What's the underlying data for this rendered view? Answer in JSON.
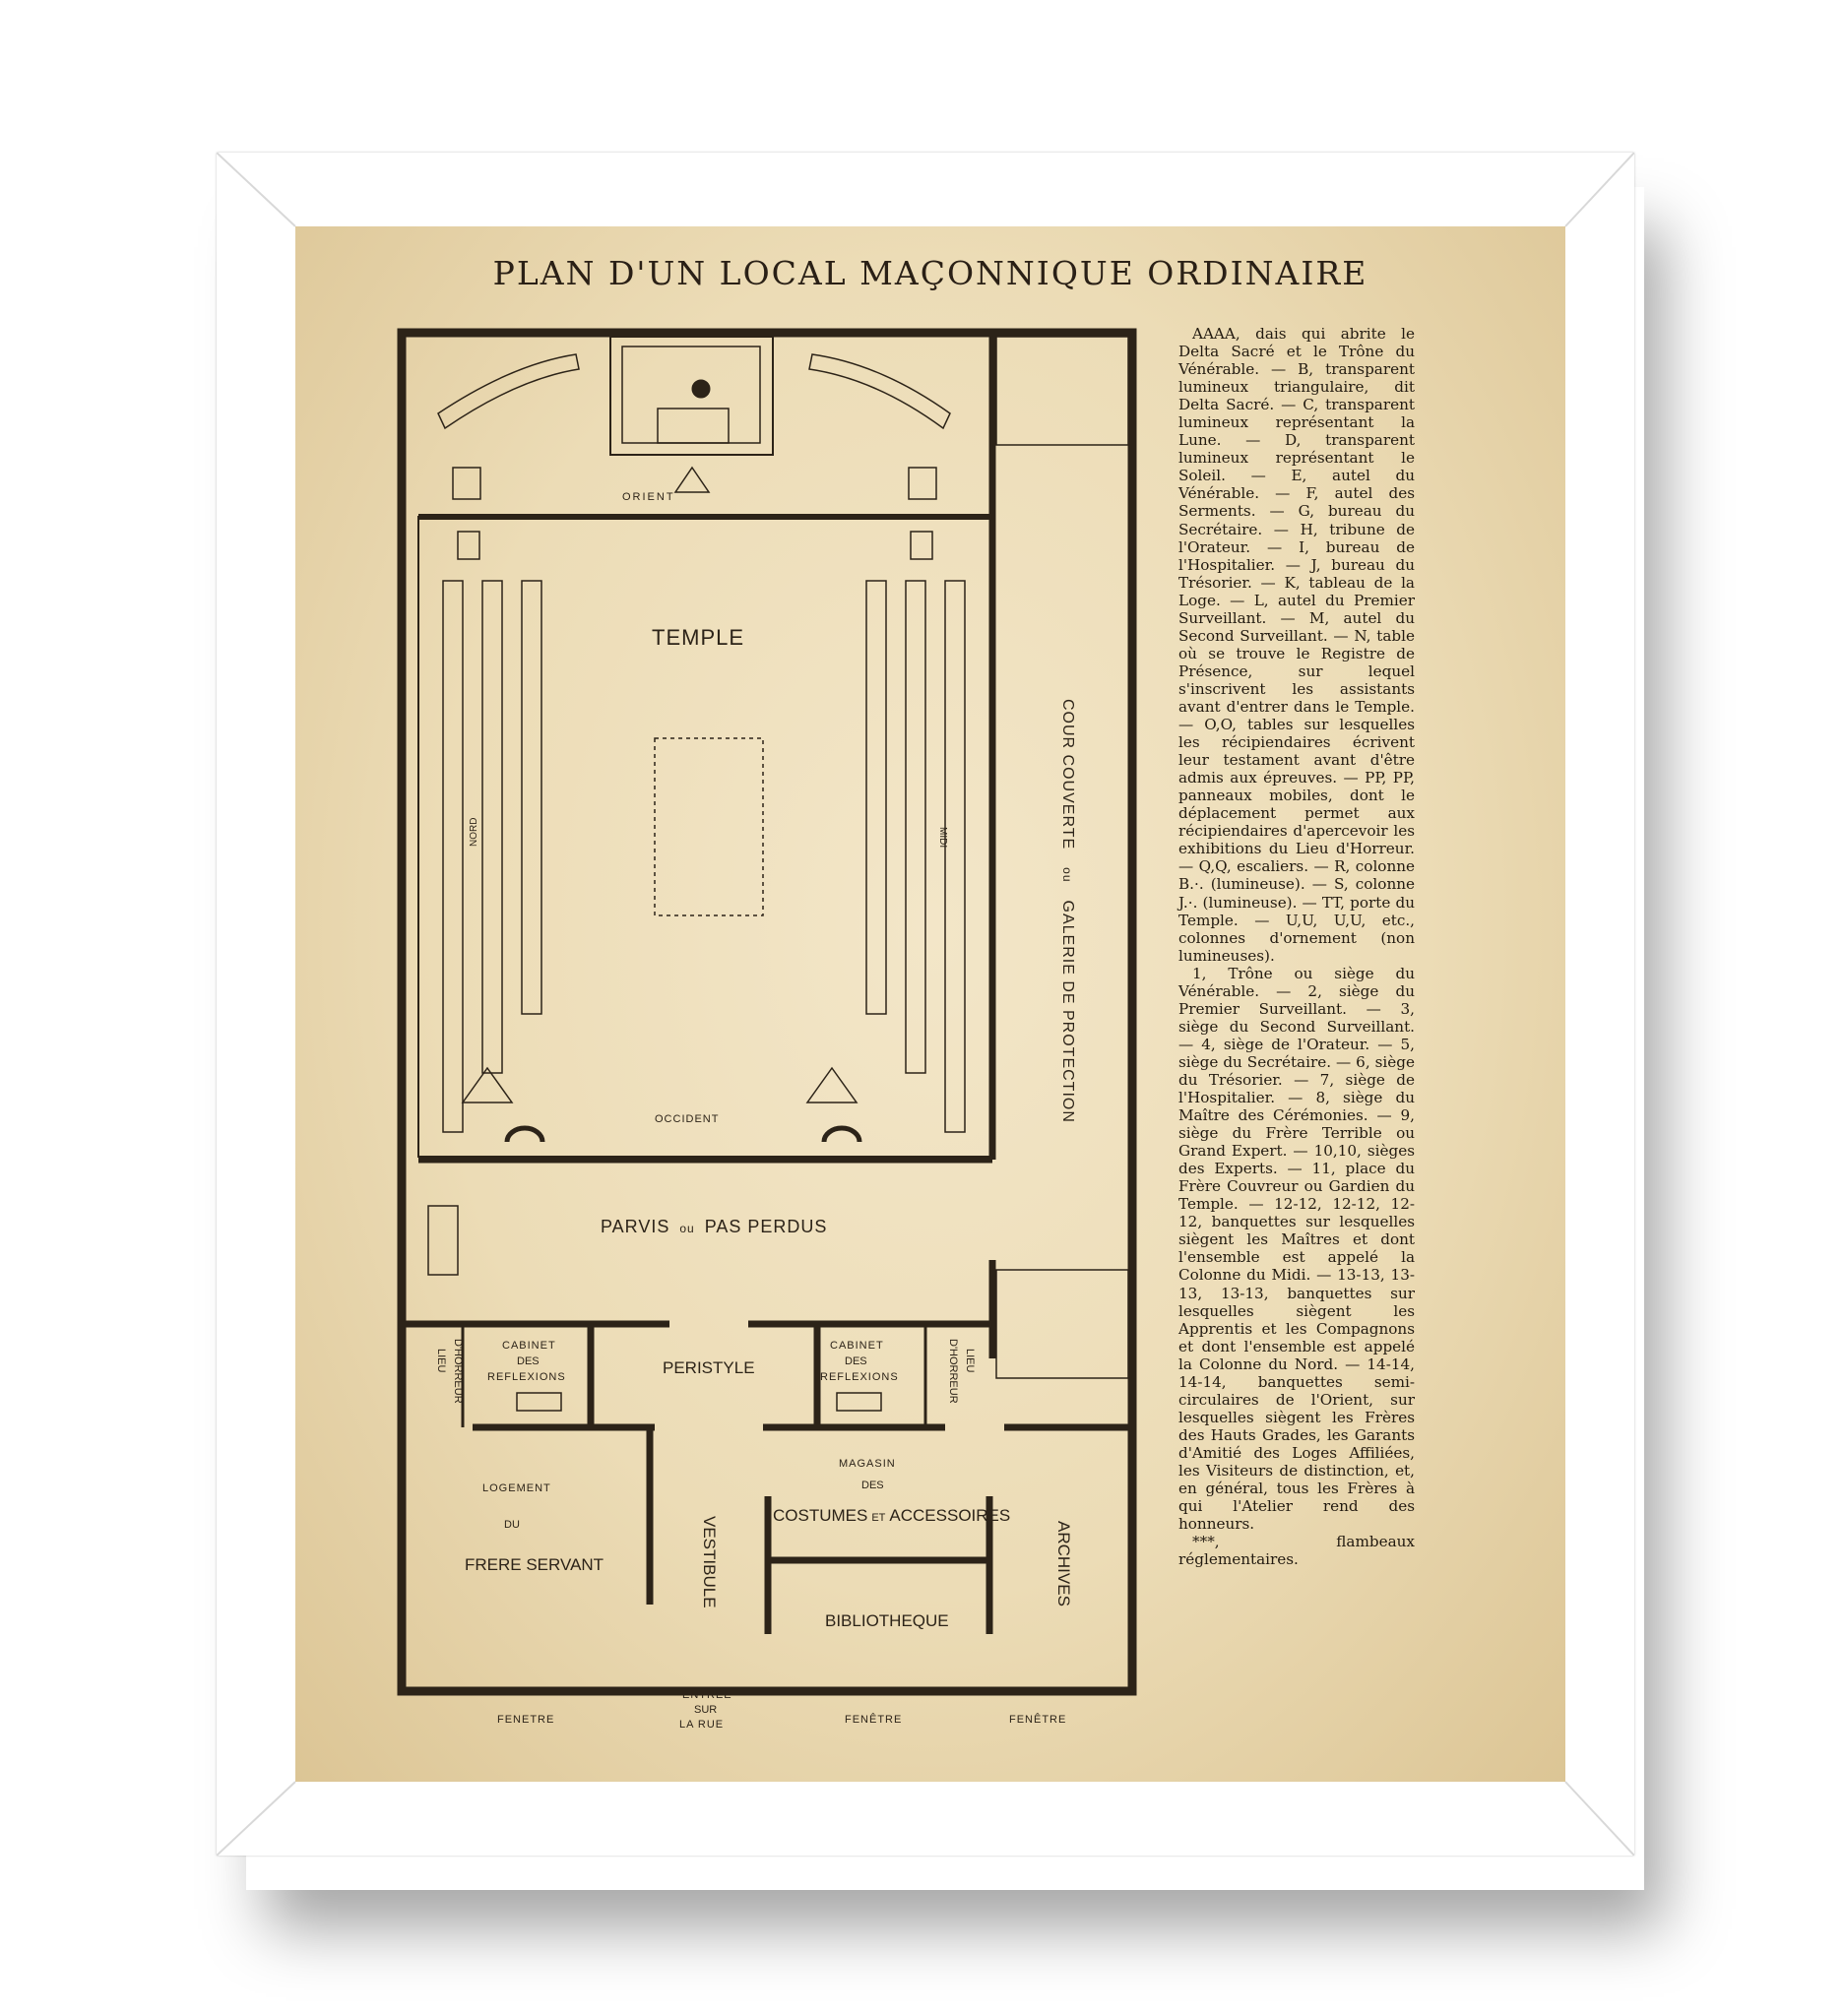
{
  "title": "PLAN D'UN LOCAL MAÇONNIQUE ORDINAIRE",
  "plan_labels": {
    "orient": "ORIENT",
    "temple": "TEMPLE",
    "nord": "NORD",
    "midi": "MIDI",
    "occident": "OCCIDENT",
    "cour_1": "COUR COUVERTE",
    "cour_ou": "ou",
    "cour_2": "GALERIE DE PROTECTION",
    "parvis": "PARVIS",
    "parvis_ou": "ou",
    "pas_perdus": "PAS PERDUS",
    "lieu_gauche": "LIEU",
    "horreur_gauche": "D'HORREUR",
    "cabinet_gauche": "CABINET",
    "des_gauche": "DES",
    "reflexions_gauche": "REFLEXIONS",
    "peristyle": "PERISTYLE",
    "cabinet_droite": "CABINET",
    "des_droite": "DES",
    "reflexions_droite": "REFLEXIONS",
    "lieu_droite": "LIEU",
    "horreur_droite": "D'HORREUR",
    "logement": "LOGEMENT",
    "du": "DU",
    "frere_servant": "FRERE SERVANT",
    "vestibule": "VESTIBULE",
    "magasin": "MAGASIN",
    "magasin_des": "DES",
    "costumes": "COSTUMES",
    "et": "ET",
    "accessoires": "ACCESSOIRES",
    "bibliotheque": "BIBLIOTHEQUE",
    "archives": "ARCHIVES",
    "entree": "ENTRÉE",
    "sur": "SUR",
    "la_rue": "LA RUE",
    "fenetre_1": "FENETRE",
    "fenetre_2": "FENÊTRE",
    "fenetre_3": "FENÊTRE"
  },
  "legend": [
    "AAAA, dais qui abrite le Delta Sacré et le Trône du Vénérable. — B, transparent lumineux triangulaire, dit Delta Sacré. — C, transparent lumineux représentant la Lune. — D, transparent lumineux représentant le Soleil. — E, autel du Vénérable. — F, autel des Serments. — G, bureau du Secrétaire. — H, tribune de l'Orateur. — I, bureau de l'Hospitalier. — J, bureau du Trésorier. — K, tableau de la Loge. — L, autel du Premier Surveillant. — M, autel du Second Surveillant. — N, table où se trouve le Registre de Présence, sur lequel s'inscrivent les assistants avant d'entrer dans le Temple. — O,O, tables sur lesquelles les récipiendaires écrivent leur testament avant d'être admis aux épreuves. — PP, PP, panneaux mobiles, dont le déplacement permet aux récipiendaires d'apercevoir les exhibitions du Lieu d'Horreur. — Q,Q, escaliers. — R, colonne B.·. (lumineuse). — S, colonne J.·. (lumineuse). — TT, porte du Temple. — U,U, U,U, etc., colonnes d'ornement (non lumineuses).",
    "1, Trône ou siège du Vénérable. — 2, siège du Premier Surveillant. — 3, siège du Second Surveillant. — 4, siège de l'Orateur. — 5, siège du Secrétaire. — 6, siège du Trésorier. — 7, siège de l'Hospitalier. — 8, siège du Maître des Cérémonies. — 9, siège du Frère Terrible ou Grand Expert. — 10,10, sièges des Experts. — 11, place du Frère Couvreur ou Gardien du Temple. — 12-12, 12-12, 12-12, banquettes sur lesquelles siègent les Maîtres et dont l'ensemble est appelé la Colonne du Midi. — 13-13, 13-13, 13-13, banquettes sur lesquelles siègent les Apprentis et les Compagnons et dont l'ensemble est appelé la Colonne du Nord. — 14-14, 14-14, banquettes semi-circulaires de l'Orient, sur lesquelles siègent les Frères des Hauts Grades, les Garants d'Amitié des Loges Affiliées, les Visiteurs de distinction, et, en général, tous les Frères à qui l'Atelier rend des honneurs.",
    "***, flambeaux réglementaires."
  ],
  "colors": {
    "paper": "#ecdcb6",
    "ink": "#2c2318",
    "frame": "#ffffff"
  }
}
